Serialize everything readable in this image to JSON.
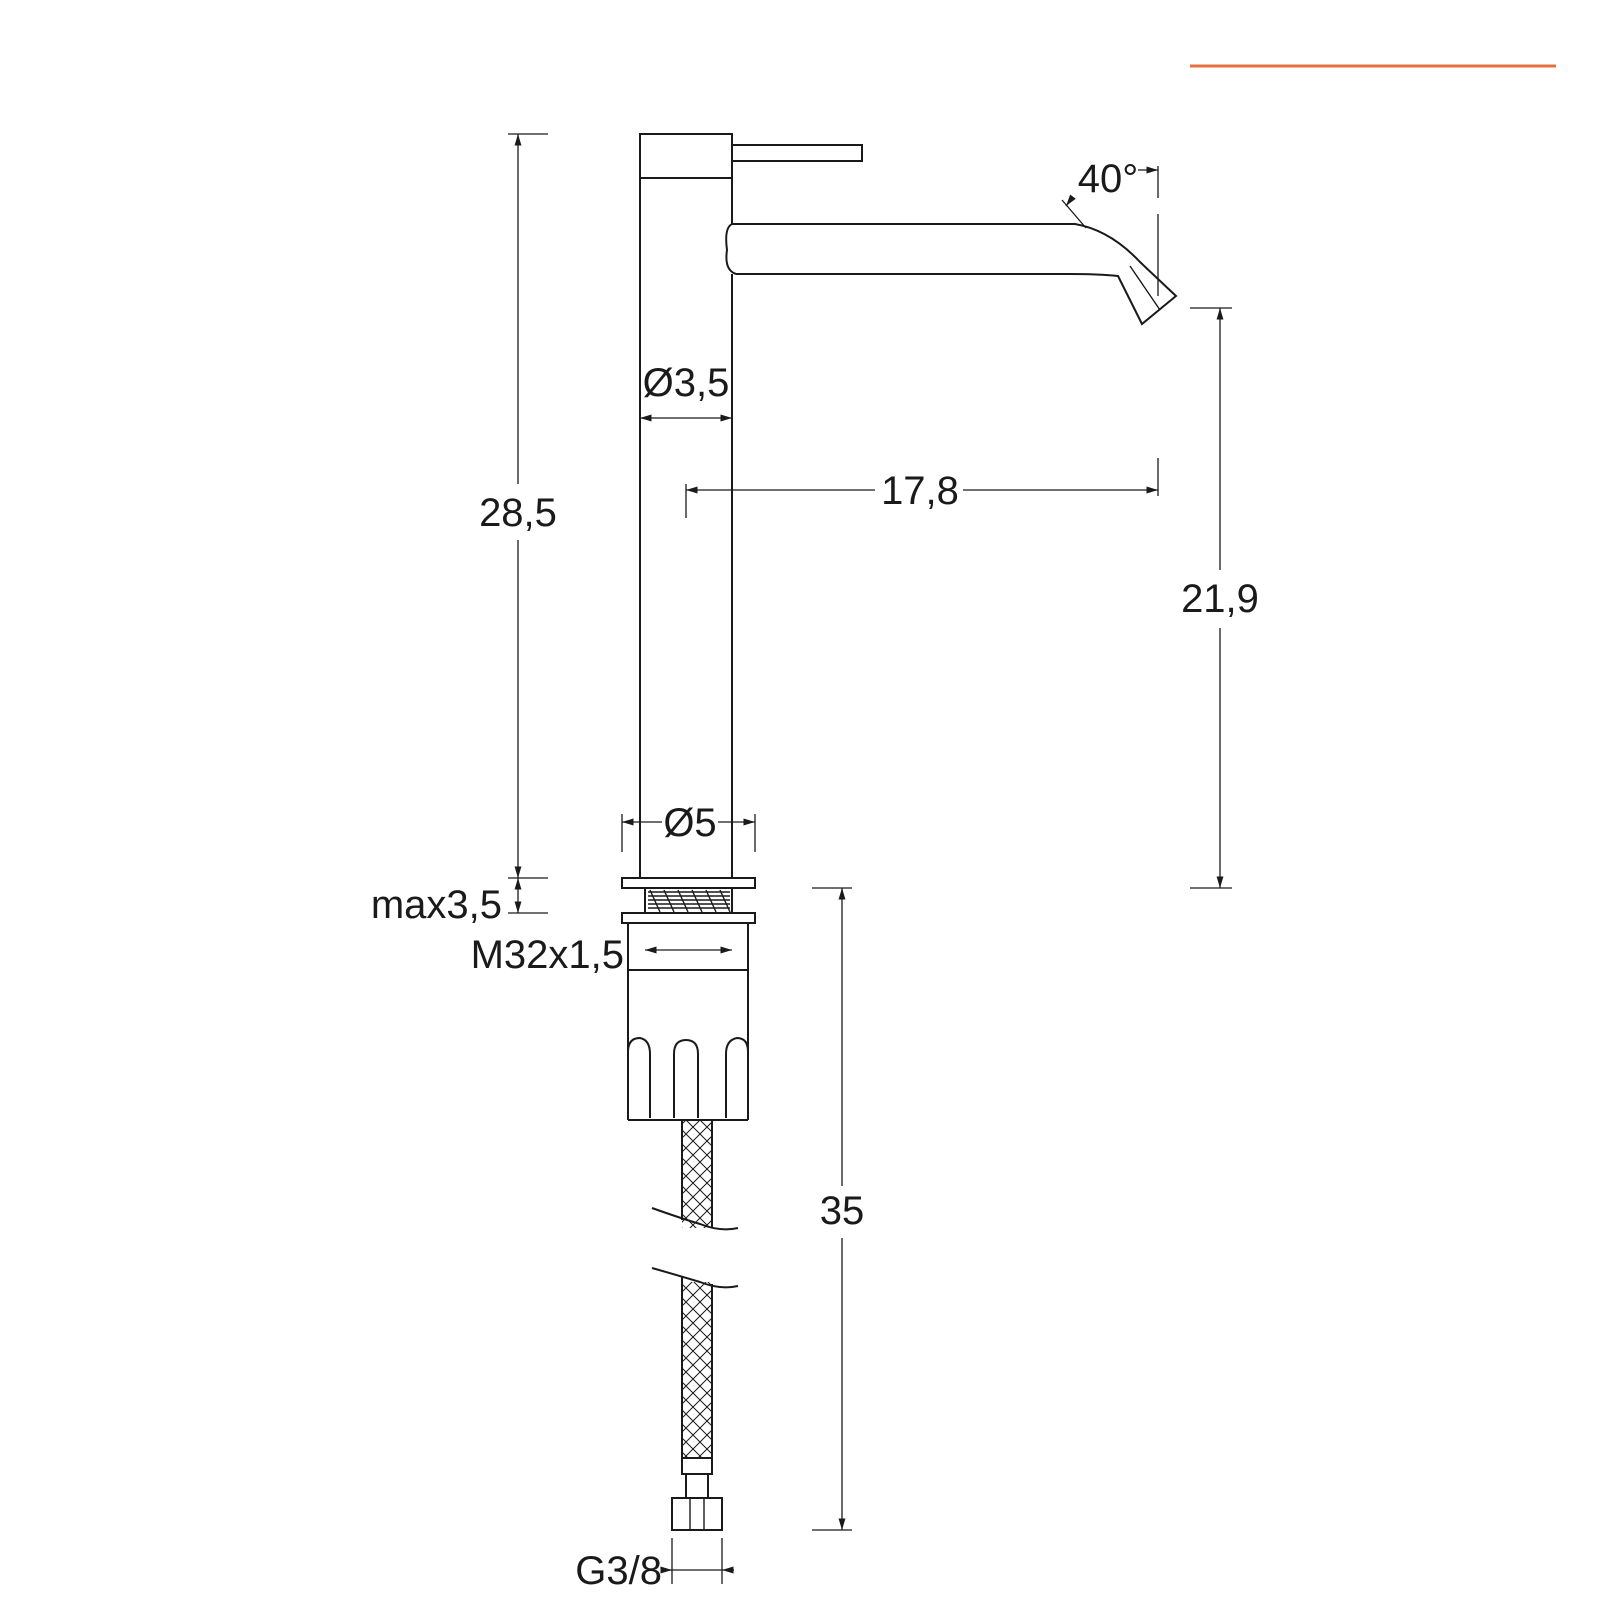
{
  "accent_color": "#E8703F",
  "line_color": "#1a1a1a",
  "dimensions": {
    "overall_height": "28,5",
    "spout_angle": "40°",
    "body_diameter": "Ø3,5",
    "spout_reach": "17,8",
    "spout_height": "21,9",
    "base_diameter": "Ø5",
    "max_deck_thickness": "max3,5",
    "thread": "M32x1,5",
    "hose_length": "35",
    "connection": "G3/8"
  }
}
